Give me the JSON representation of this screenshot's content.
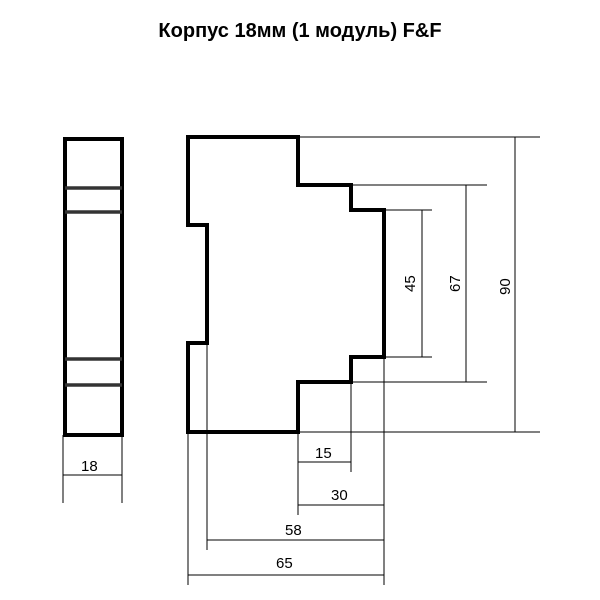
{
  "title": "Корпус 18мм (1 модуль) F&F",
  "dimensions": {
    "width_side": "18",
    "step_15": "15",
    "step_30": "30",
    "depth_58": "58",
    "depth_65": "65",
    "height_45": "45",
    "height_67": "67",
    "height_90": "90"
  }
}
